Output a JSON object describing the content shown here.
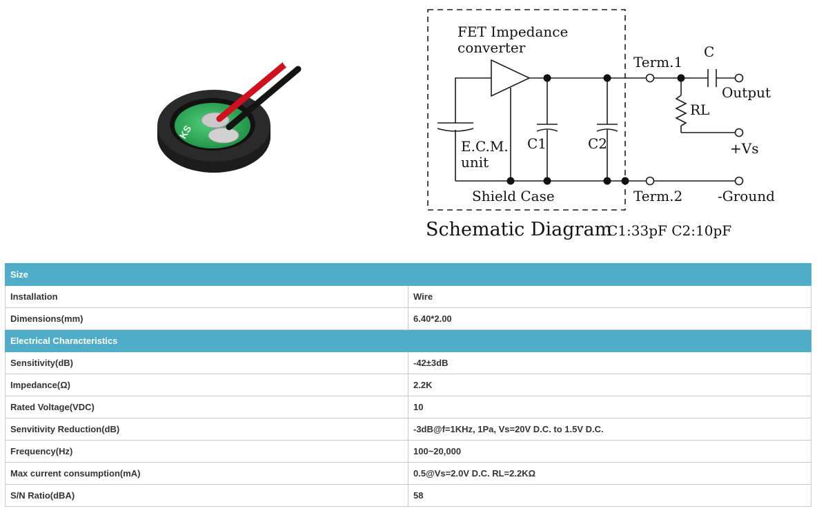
{
  "schematic": {
    "fet_label_1": "FET Impedance",
    "fet_label_2": "converter",
    "ecm_label_1": "E.C.M.",
    "ecm_label_2": "unit",
    "c1": "C1",
    "c2": "C2",
    "shield": "Shield Case",
    "term1": "Term.1",
    "term2": "Term.2",
    "cap": "C",
    "output": "Output",
    "rl": "RL",
    "vs": "+Vs",
    "ground": "-Ground",
    "title": "Schematic Diagram",
    "values": "C1:33pF  C2:10pF"
  },
  "product_image": {
    "marking": "KS",
    "description": "microphone-capsule"
  },
  "sections": [
    {
      "title": "Size",
      "rows": [
        {
          "label": "Installation",
          "value": "Wire"
        },
        {
          "label": "Dimensions(mm)",
          "value": "6.40*2.00"
        }
      ]
    },
    {
      "title": "Electrical Characteristics",
      "rows": [
        {
          "label": "Sensitivity(dB)",
          "value": "-42±3dB"
        },
        {
          "label": "Impedance(Ω)",
          "value": "2.2K"
        },
        {
          "label": "Rated Voltage(VDC)",
          "value": "10"
        },
        {
          "label": "Senvitivity Reduction(dB)",
          "value": "-3dB@f=1KHz, 1Pa, Vs=20V D.C. to 1.5V D.C."
        },
        {
          "label": "Frequency(Hz)",
          "value": "100~20,000"
        },
        {
          "label": "Max current consumption(mA)",
          "value": "0.5@Vs=2.0V D.C. RL=2.2KΩ"
        },
        {
          "label": "S/N Ratio(dBA)",
          "value": "58"
        }
      ]
    }
  ],
  "colors": {
    "section_header": "#4fadc8",
    "border": "#c8c8c8",
    "text": "#333333"
  }
}
